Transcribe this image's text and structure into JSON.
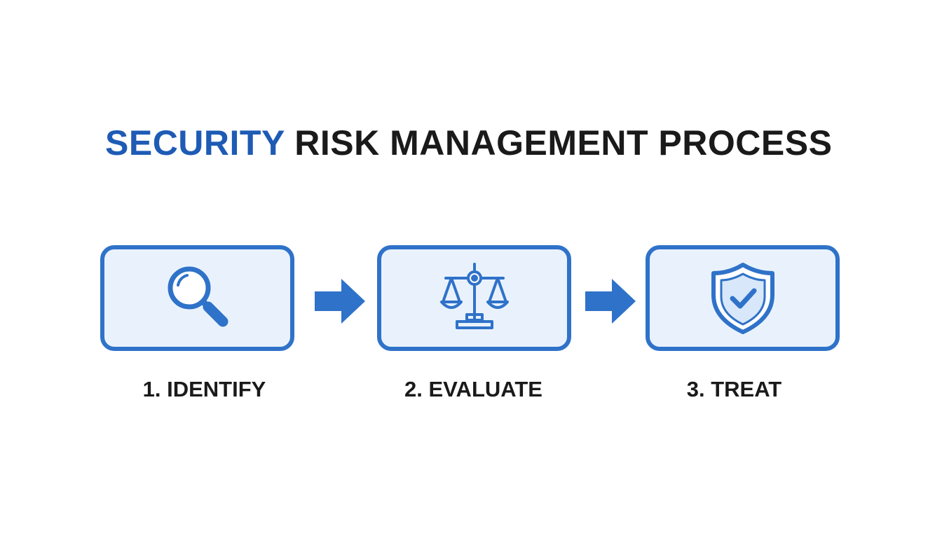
{
  "title": {
    "accent": "SECURITY",
    "rest": " RISK MANAGEMENT PROCESS"
  },
  "steps": [
    {
      "label": "1. IDENTIFY",
      "icon": "magnifying-glass-icon"
    },
    {
      "label": "2. EVALUATE",
      "icon": "balance-scale-icon"
    },
    {
      "label": "3. TREAT",
      "icon": "shield-check-icon"
    }
  ],
  "colors": {
    "accent": "#1e5bb5",
    "box_border": "#2f72c9",
    "box_fill": "#e9f2fc",
    "text": "#1a1a1a"
  }
}
